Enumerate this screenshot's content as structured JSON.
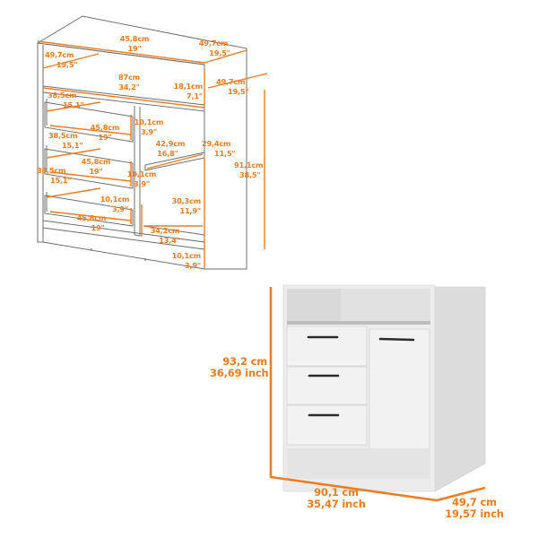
{
  "accent_color": "#f07c22",
  "line_color": "#6f6f6f",
  "technical_drawing": {
    "labels": [
      {
        "id": "top-width",
        "cm": "45,8cm",
        "in": "19\""
      },
      {
        "id": "top-depth",
        "cm": "49,7cm",
        "in": "19,5\""
      },
      {
        "id": "shelf-depth",
        "cm": "49,7cm",
        "in": "19,5\""
      },
      {
        "id": "shelf-width",
        "cm": "87cm",
        "in": "34,2\""
      },
      {
        "id": "niche-height",
        "cm": "18,1cm",
        "in": "7,1\""
      },
      {
        "id": "side-depth",
        "cm": "49,7cm",
        "in": "19,5\""
      },
      {
        "id": "drawer1-depth",
        "cm": "38,5cm",
        "in": "15,1\""
      },
      {
        "id": "drawer1-width",
        "cm": "45,8cm",
        "in": "19\""
      },
      {
        "id": "drawer1-height",
        "cm": "10,1cm",
        "in": "3,9\""
      },
      {
        "id": "drawer2-depth",
        "cm": "38,5cm",
        "in": "15,1\""
      },
      {
        "id": "drawer2-width",
        "cm": "45,8cm",
        "in": "19\""
      },
      {
        "id": "drawer2-height",
        "cm": "10,1cm",
        "in": "3,9\""
      },
      {
        "id": "drawer3-depth",
        "cm": "38,5cm",
        "in": "15,1\""
      },
      {
        "id": "drawer3-width",
        "cm": "45,8cm",
        "in": "19\""
      },
      {
        "id": "drawer3-height",
        "cm": "10,1cm",
        "in": "3,9\""
      },
      {
        "id": "cabinet-shelf-depth",
        "cm": "42,9cm",
        "in": "16,8\""
      },
      {
        "id": "cabinet-upper-height",
        "cm": "29,4cm",
        "in": "11,5\""
      },
      {
        "id": "cabinet-lower-height",
        "cm": "30,3cm",
        "in": "11,9\""
      },
      {
        "id": "cabinet-bottom-width",
        "cm": "34,2cm",
        "in": "13,4\""
      },
      {
        "id": "base-height",
        "cm": "10,1cm",
        "in": "3,9\""
      },
      {
        "id": "total-side-height",
        "cm": "91,1cm",
        "in": "38,5\""
      }
    ]
  },
  "product_view": {
    "height": {
      "cm": "93,2 cm",
      "in": "36,69 inch"
    },
    "width": {
      "cm": "90,1 cm",
      "in": "35,47 inch"
    },
    "depth": {
      "cm": "49,7 cm",
      "in": "19,57 inch"
    }
  }
}
